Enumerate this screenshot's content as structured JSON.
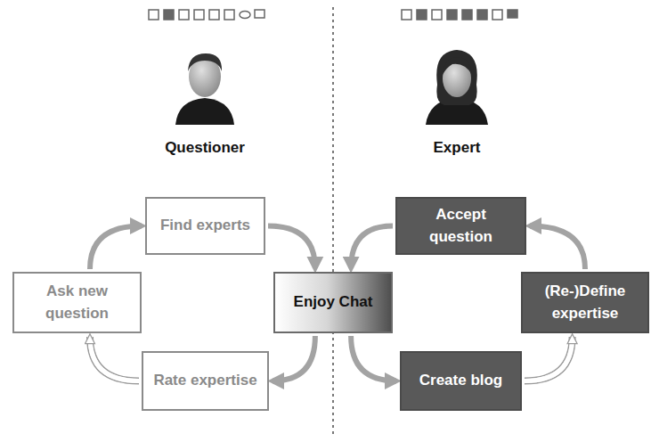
{
  "diagram": {
    "nodes": [
      {
        "text": [
          "Find experts"
        ]
      },
      {
        "text": [
          "Accept question"
        ]
      },
      {
        "text": [
          "Ask new question"
        ]
      },
      {
        "text": [
          "Enjoy Chat"
        ]
      },
      {
        "text": [
          "(Re-)Define expertise"
        ]
      },
      {
        "text": [
          "Rate expertise"
        ]
      },
      {
        "text": [
          "Create blog"
        ]
      }
    ],
    "edges": [
      {
        "from": 2,
        "to": 0,
        "arrow": "to"
      },
      {
        "from": 0,
        "to": 3,
        "arrow": "to"
      },
      {
        "from": 1,
        "to": 3,
        "arrow": "to"
      },
      {
        "from": 3,
        "to": 5,
        "arrow": "to"
      },
      {
        "from": 3,
        "to": 6,
        "arrow": "to"
      },
      {
        "from": 5,
        "to": 2,
        "arrow": "to"
      },
      {
        "from": 6,
        "to": 4,
        "arrow": "to"
      },
      {
        "from": 4,
        "to": 1,
        "arrow": "to"
      }
    ],
    "labels": [
      "Questioner",
      "Expert"
    ]
  }
}
